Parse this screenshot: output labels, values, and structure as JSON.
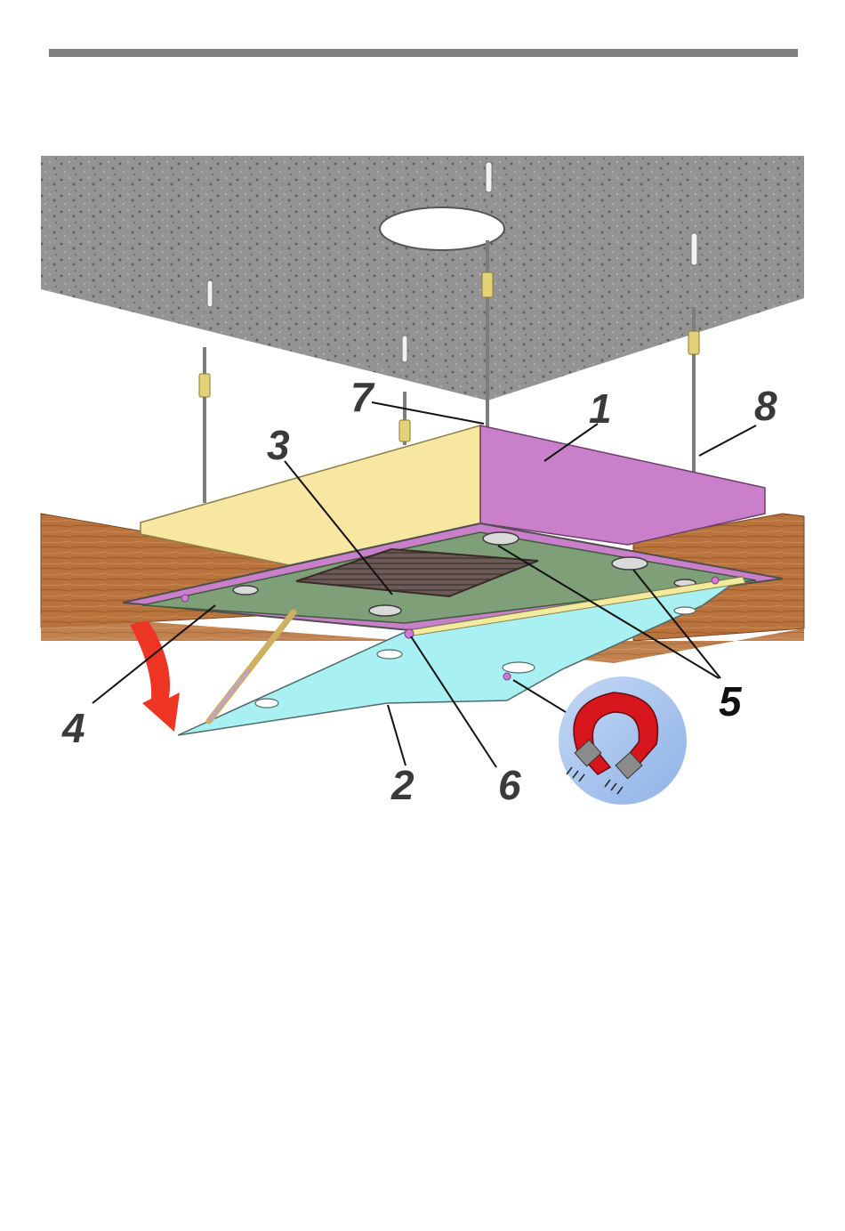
{
  "callouts": {
    "one": "1",
    "two": "2",
    "three": "3",
    "four": "4",
    "five": "5",
    "six": "6",
    "seven": "7",
    "eight": "8"
  },
  "colors": {
    "ceiling": "#8f8f8f",
    "housing_front": "#c97fc9",
    "housing_side": "#f7e7a1",
    "beam": "#b86d36",
    "panel_green": "#7e9f78",
    "door_blue": "#a8f0f2",
    "arrow_red": "#ee3524",
    "magnet_bg": "#a9c6ef",
    "magnet_red": "#d6161c"
  },
  "icons": [
    "rotate-arrow-icon",
    "magnet-icon"
  ]
}
